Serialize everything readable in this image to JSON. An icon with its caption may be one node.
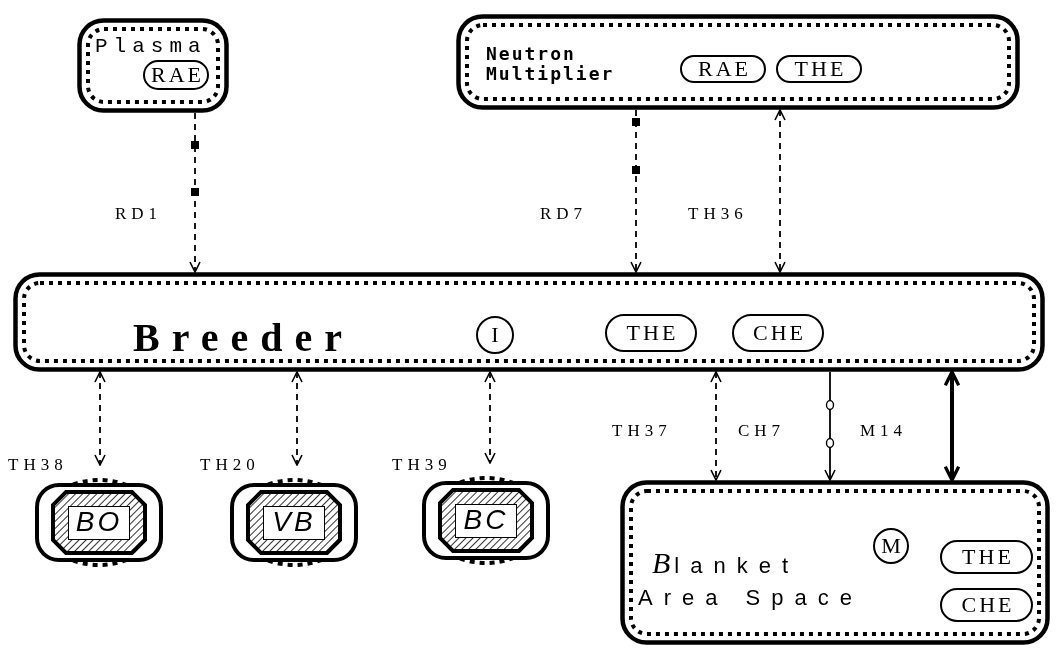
{
  "diagram": {
    "nodes": [
      {
        "text": [
          "Plasma"
        ]
      },
      {
        "text": [
          "RAE"
        ],
        "in": 0
      },
      {
        "text": [
          "Neutron Multiplier"
        ]
      },
      {
        "text": [
          "RAE"
        ],
        "in": 2
      },
      {
        "text": [
          "THE"
        ],
        "in": 2
      },
      {
        "text": [
          "Breeder"
        ]
      },
      {
        "text": [
          "I"
        ],
        "in": 5
      },
      {
        "text": [
          "THE"
        ],
        "in": 5
      },
      {
        "text": [
          "CHE"
        ],
        "in": 5
      },
      {
        "text": [
          "BO"
        ]
      },
      {
        "text": [
          "VB"
        ]
      },
      {
        "text": [
          "BC"
        ]
      },
      {
        "text": [
          "Blanket",
          "Area Space"
        ]
      },
      {
        "text": [
          "M"
        ],
        "in": 12
      },
      {
        "text": [
          "THE"
        ],
        "in": 12
      },
      {
        "text": [
          "CHE"
        ],
        "in": 12
      }
    ],
    "edges": [
      {
        "from": 0,
        "to": 5,
        "arrow": "to",
        "label": "RD1",
        "style": "dashed"
      },
      {
        "from": 2,
        "to": 5,
        "arrow": "to",
        "label": "RD7",
        "style": "dashed"
      },
      {
        "from": 2,
        "to": 5,
        "arrow": "both",
        "label": "TH36",
        "style": "dashed"
      },
      {
        "from": 5,
        "to": 9,
        "arrow": "both",
        "label": "TH38",
        "style": "dashed"
      },
      {
        "from": 5,
        "to": 10,
        "arrow": "both",
        "label": "TH20",
        "style": "dashed"
      },
      {
        "from": 5,
        "to": 11,
        "arrow": "both",
        "label": "TH39",
        "style": "dashed"
      },
      {
        "from": 5,
        "to": 12,
        "arrow": "both",
        "label": "TH37",
        "style": "dashed"
      },
      {
        "from": 5,
        "to": 12,
        "arrow": "to",
        "label": "CH7"
      },
      {
        "from": 5,
        "to": 12,
        "arrow": "both",
        "label": "M14",
        "style": "thick"
      }
    ]
  }
}
